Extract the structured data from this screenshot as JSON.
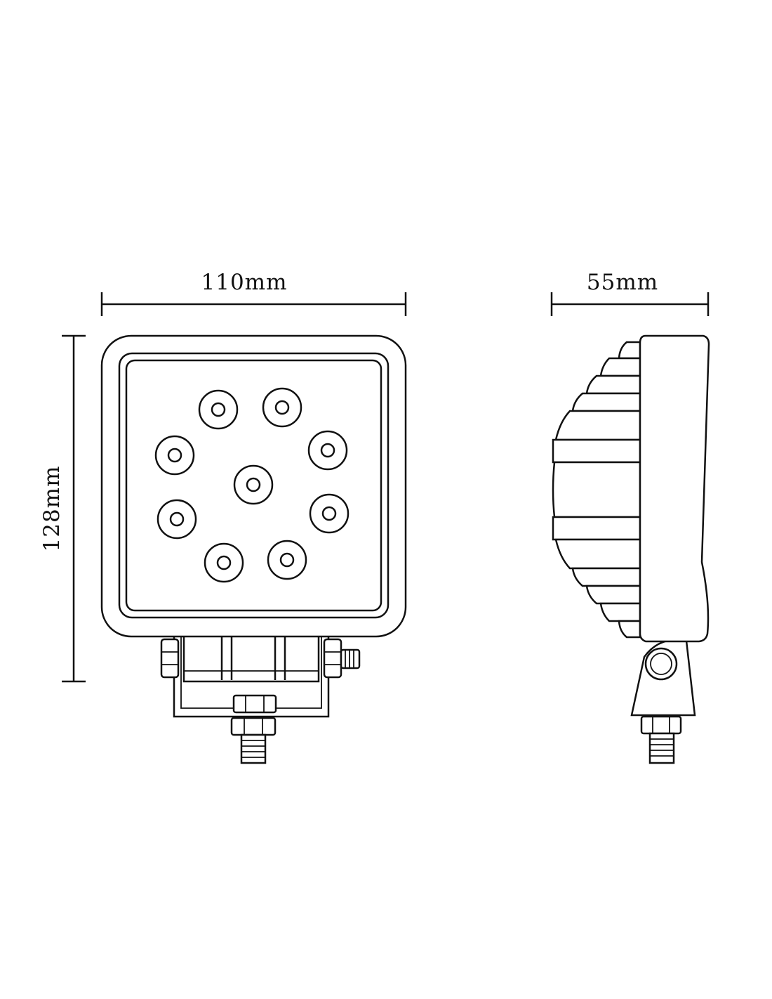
{
  "dimensions": {
    "width_label": "110mm",
    "depth_label": "55mm",
    "height_label": "128mm"
  },
  "front_view": {
    "led_count": 9
  },
  "colors": {
    "line": "#111111",
    "background": "#ffffff"
  }
}
